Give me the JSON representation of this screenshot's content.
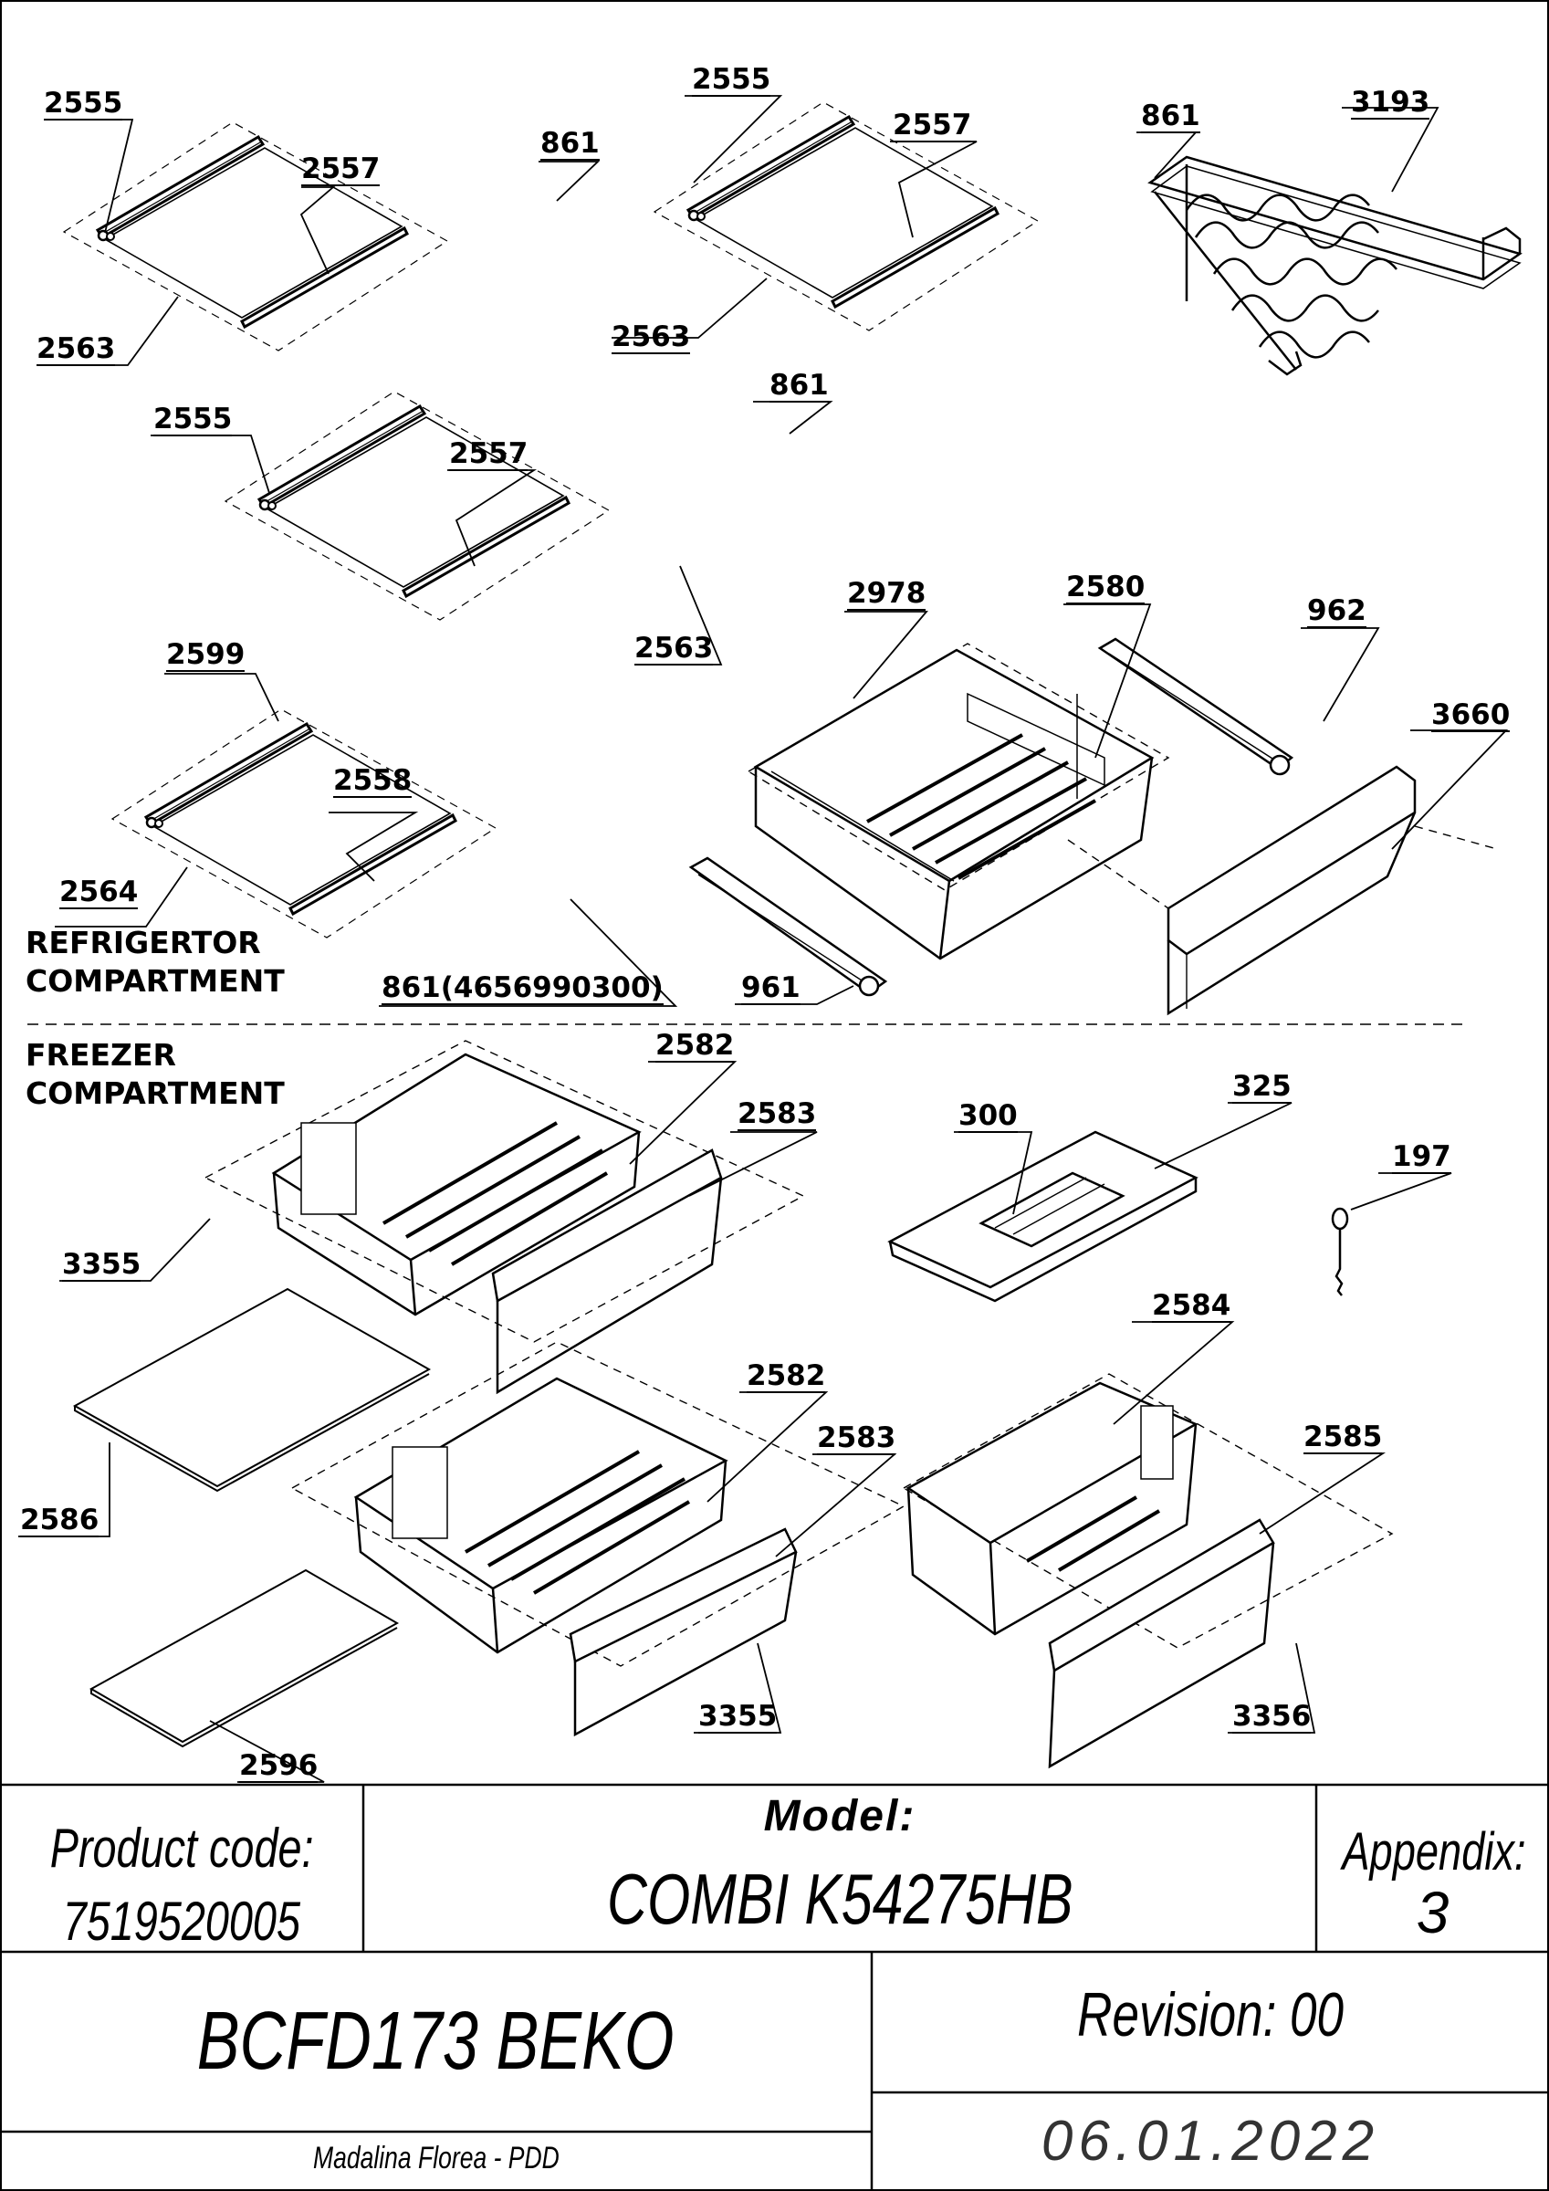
{
  "labels": {
    "l2555a": "2555",
    "l2557a": "2557",
    "l861a": "861",
    "l2563a": "2563",
    "l2555b": "2555",
    "l2557b": "2557",
    "l861b": "861",
    "l2563b": "2563",
    "l3193": "3193",
    "l2555c": "2555",
    "l2557c": "2557",
    "l861c": "861",
    "l2563c": "2563",
    "l2599": "2599",
    "l2558": "2558",
    "l2564": "2564",
    "l861d": "861(4656990300)",
    "l2978": "2978",
    "l2580": "2580",
    "l962": "962",
    "l3660": "3660",
    "l961": "961",
    "l2582a": "2582",
    "l2583a": "2583",
    "l3355a": "3355",
    "l2586": "2586",
    "l300": "300",
    "l325": "325",
    "l197": "197",
    "l2584": "2584",
    "l2582b": "2582",
    "l2583b": "2583",
    "l2585": "2585",
    "l3355b": "3355",
    "l3356": "3356",
    "l2596": "2596"
  },
  "sections": {
    "refrigerator": "REFRIGERTOR\nCOMPARTMENT",
    "freezer": "FREEZER\nCOMPARTMENT"
  },
  "title_block": {
    "product_code_label": "Product code:",
    "product_code": "7519520005",
    "model_label": "Model:",
    "model": "COMBI K54275HB",
    "appendix_label": "Appendix:",
    "appendix": "3",
    "product_name": "BCFD173 BEKO",
    "revision": "Revision: 00",
    "author": "Madalina Florea - PDD",
    "date": "06.01.2022"
  }
}
